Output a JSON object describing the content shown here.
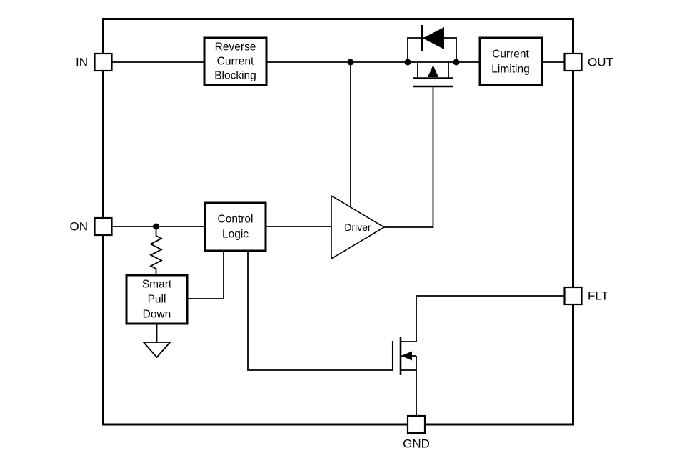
{
  "diagram": {
    "kind": "ic-functional-block-diagram",
    "colors": {
      "line": "#000000",
      "background": "#ffffff",
      "symbol_fill": "#000000"
    },
    "pins": {
      "in": "IN",
      "on": "ON",
      "out": "OUT",
      "flt": "FLT",
      "gnd": "GND"
    },
    "blocks": {
      "reverse_current_blocking": [
        "Reverse",
        "Current",
        "Blocking"
      ],
      "current_limiting": [
        "Current",
        "Limiting"
      ],
      "control_logic": [
        "Control",
        "Logic"
      ],
      "smart_pull_down": [
        "Smart",
        "Pull",
        "Down"
      ],
      "driver": "Driver"
    },
    "components": {
      "pass_fet": "nmos-pass-fet-with-body-diode",
      "fault_fet": "nmos-fault-pulldown-fet",
      "resistor": "on-pin-pulldown-resistor",
      "ground": "ground-symbol"
    }
  }
}
